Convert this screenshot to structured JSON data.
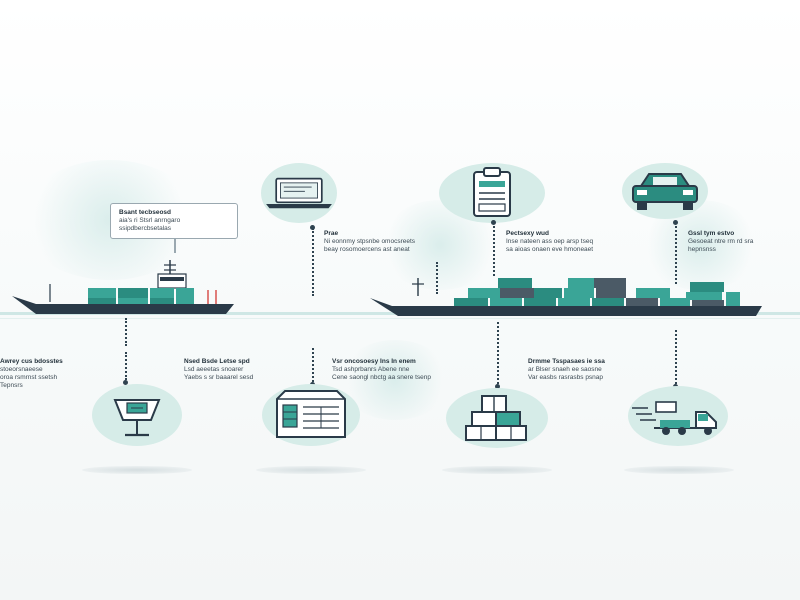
{
  "callout": {
    "line1": "Bsant tecbseosd",
    "line2": "aia's ri Stsrl anrngaro",
    "line3": "ssipdbercbsetalas"
  },
  "top_labels": [
    {
      "title": "Prae",
      "line1": "Ni eonnmy stpsnbe omocsreets",
      "line2": "beay rosomoercens ast aneat"
    },
    {
      "title": "Pectsexy wud",
      "line1": "Inse nateen ass oep arsp tseq",
      "line2": "sa aioas onaen eve hmoneaet"
    },
    {
      "title": "Gssl tym estvo",
      "line1": "Gesoeat ntre rm rd sra",
      "line2": "hepnsnss"
    }
  ],
  "bottom_labels": [
    {
      "line1": "Awrey cus bdosstes",
      "line2": "stoeorsnaeese",
      "line3": "oroa rsmrnst ssetsh",
      "line4": "Tepnsrs"
    },
    {
      "line1": "Nsed Bsde  Letse spd",
      "line2": "Lsd aeeetas snoarer",
      "line3": "Yaebs s sr baaarel sesd"
    },
    {
      "line1": "Vsr oncosoesy Ins In enem",
      "line2": "Tsd ashprbanrs Abene nne",
      "line3": "Cene saongl nbctg aa snere tsenp"
    },
    {
      "line1": "Drmme Tsspasaes ie ssa",
      "line2": "ar Blser snaeh ee saosne",
      "line3": "Var easbs rasrasbs psnap"
    }
  ],
  "icons": {
    "top": [
      "laptop-icon",
      "clipboard-icon",
      "car-icon"
    ],
    "bottom": [
      "customs-scale-icon",
      "warehouse-shelf-icon",
      "stacked-crates-icon",
      "delivery-truck-icon"
    ]
  },
  "colors": {
    "teal": "#3aa597",
    "teal_dark": "#2b8c80",
    "hull": "#2a3a48",
    "circle_fill": "#d6ece8",
    "line": "#2f4350",
    "water": "#cfe7e5",
    "red_accent": "#d9534f"
  }
}
